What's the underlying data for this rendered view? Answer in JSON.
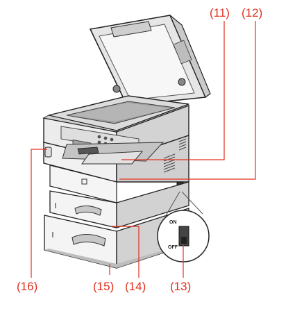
{
  "callouts": {
    "c11": "(11)",
    "c12": "(12)",
    "c13": "(13)",
    "c14": "(14)",
    "c15": "(15)",
    "c16": "(16)"
  },
  "switch": {
    "on_label": "ON",
    "off_label": "OFF"
  },
  "colors": {
    "callout": "#e0301e",
    "leader": "#e0301e",
    "outline": "#222222",
    "body_light": "#f3f3f3",
    "body_mid": "#d8d8d8",
    "shadow": "#bdbdbd"
  }
}
